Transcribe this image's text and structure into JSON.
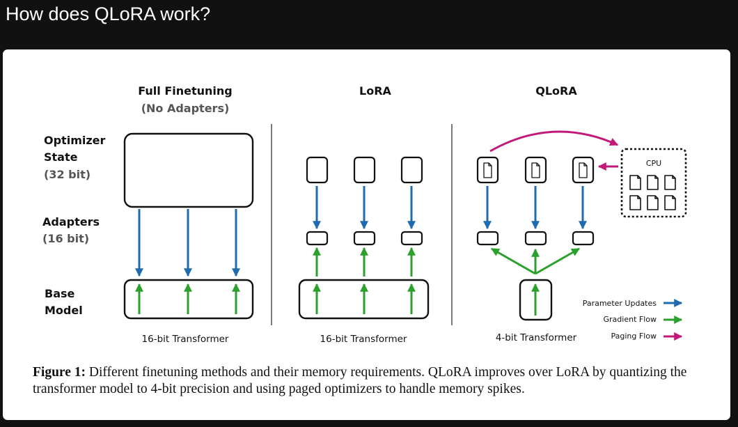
{
  "slide": {
    "title": "How does QLoRA work?"
  },
  "figure": {
    "row_labels": {
      "optimizer": {
        "line1": "Optimizer",
        "line2": "State",
        "note": "(32 bit)"
      },
      "adapters": {
        "line1": "Adapters",
        "note": "(16 bit)"
      },
      "base": {
        "line1": "Base",
        "line2": "Model"
      }
    },
    "columns": {
      "full": {
        "title": "Full Finetuning",
        "subtitle": "(No Adapters)",
        "footer": "16-bit Transformer"
      },
      "lora": {
        "title": "LoRA",
        "footer": "16-bit Transformer"
      },
      "qlora": {
        "title": "QLoRA",
        "footer": "4-bit Transformer"
      }
    },
    "cpu_label": "CPU",
    "legend": [
      {
        "label": "Parameter Updates",
        "color": "#1f6bb0"
      },
      {
        "label": "Gradient Flow",
        "color": "#2ca02c"
      },
      {
        "label": "Paging Flow",
        "color": "#c2187a"
      }
    ],
    "caption": {
      "label": "Figure 1:",
      "text": " Different finetuning methods and their memory requirements. QLoRA improves over LoRA by quantizing the transformer model to 4-bit precision and using paged optimizers to handle memory spikes."
    }
  }
}
